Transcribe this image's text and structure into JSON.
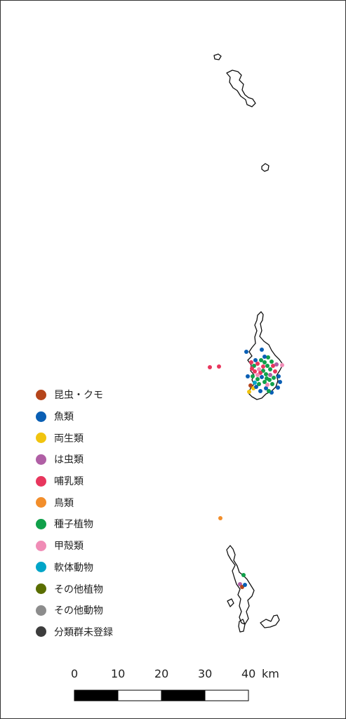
{
  "legend": {
    "items": [
      {
        "label": "昆虫・クモ",
        "color": "#b5451b"
      },
      {
        "label": "魚類",
        "color": "#0a5fb4"
      },
      {
        "label": "両生類",
        "color": "#f1c40f"
      },
      {
        "label": "は虫類",
        "color": "#b05fa5"
      },
      {
        "label": "哺乳類",
        "color": "#e8365d"
      },
      {
        "label": "鳥類",
        "color": "#f28e2b"
      },
      {
        "label": "種子植物",
        "color": "#10a04a"
      },
      {
        "label": "甲殻類",
        "color": "#f08cb6"
      },
      {
        "label": "軟体動物",
        "color": "#00a5c8"
      },
      {
        "label": "その他植物",
        "color": "#5a6e00"
      },
      {
        "label": "その他動物",
        "color": "#8c8c8c"
      },
      {
        "label": "分類群未登録",
        "color": "#3c3c3c"
      }
    ]
  },
  "scale": {
    "ticks": [
      "0",
      "10",
      "20",
      "30",
      "40"
    ],
    "unit": "km"
  }
}
